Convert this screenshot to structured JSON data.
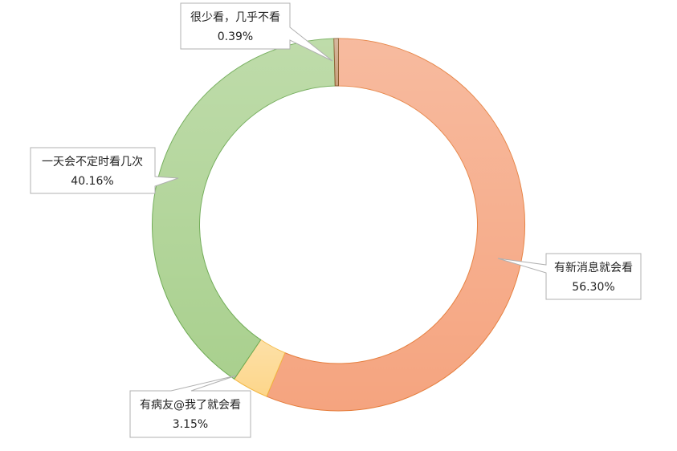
{
  "chart_data": {
    "type": "pie",
    "donut": true,
    "title": "",
    "start_angle_deg": 0,
    "slices": [
      {
        "label": "有新消息就会看",
        "value": 56.3,
        "value_text": "56.30%",
        "color": "#f5a47f",
        "stroke": "#e57c3a"
      },
      {
        "label": "有病友@我了就会看",
        "value": 3.15,
        "value_text": "3.15%",
        "color": "#fdd68a",
        "stroke": "#f2b43a"
      },
      {
        "label": "一天会不定时看几次",
        "value": 40.16,
        "value_text": "40.16%",
        "color": "#a9d08e",
        "stroke": "#6aa84f"
      },
      {
        "label": "很少看，几乎不看",
        "value": 0.39,
        "value_text": "0.39%",
        "color": "#c9a07e",
        "stroke": "#8b5a2b"
      }
    ],
    "legend": "none"
  }
}
